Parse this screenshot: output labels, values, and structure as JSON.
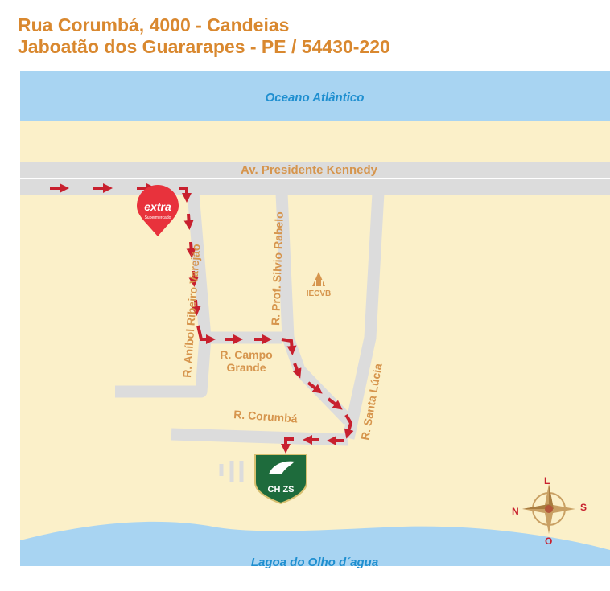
{
  "header": {
    "line1": "Rua Corumbá, 4000 - Candeias",
    "line2": "Jaboatão dos Guararapes - PE / 54430-220"
  },
  "water": {
    "ocean": "Oceano Atlântico",
    "lagoon": "Lagoa do Olho d´agua"
  },
  "streets": {
    "avenue": "Av. Presidente Kennedy",
    "anibol": "R. Aníbol Ribeiro Varejão",
    "silvio": "R. Prof. Silvio Rabelo",
    "campo_line1": "R. Campo",
    "campo_line2": "Grande",
    "corumba": "R. Corumbá",
    "santa_lucia": "R. Santa Lúcia"
  },
  "landmarks": {
    "extra_logo": "extra",
    "extra_sub": "Supermercado",
    "iecvb": "IECVB",
    "chzs": "CH ZS"
  },
  "compass": {
    "north": "N",
    "south": "S",
    "east": "L",
    "west": "O"
  },
  "colors": {
    "header_text": "#d9882f",
    "water": "#a8d4f2",
    "water_label": "#1f8fd0",
    "land": "#fbf0c9",
    "road": "#dcdcdc",
    "street_label": "#d6954d",
    "route_arrow": "#c8202e",
    "extra_pin": "#e8323c",
    "chzs_shield": "#1e6b3c"
  }
}
